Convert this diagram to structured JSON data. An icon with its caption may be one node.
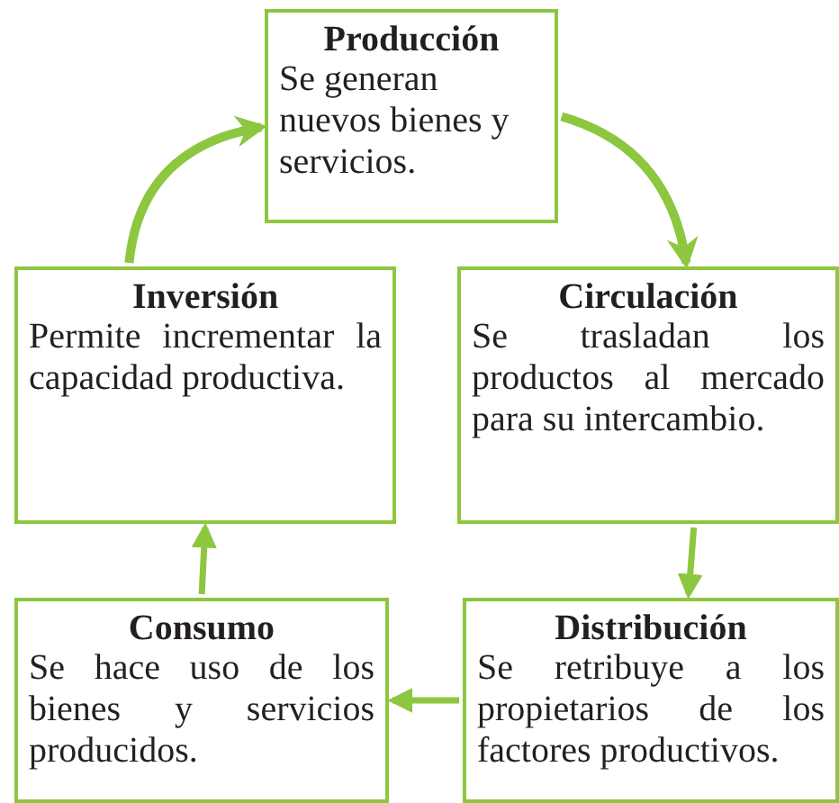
{
  "diagram": {
    "nodes": [
      {
        "text": [
          "Producción",
          "Se generan nuevos bienes y servicios."
        ]
      },
      {
        "text": [
          "Inversión",
          "Permite incrementar la capacidad productiva."
        ]
      },
      {
        "text": [
          "Circulación",
          "Se trasladan los productos al mercado para su intercambio."
        ]
      },
      {
        "text": [
          "Consumo",
          "Se hace uso de los bienes y servicios producidos."
        ]
      },
      {
        "text": [
          "Distribución",
          "Se retribuye a los propietarios de los factores productivos."
        ]
      }
    ],
    "edges": [
      {
        "from": 0,
        "to": 2,
        "arrow": "to"
      },
      {
        "from": 2,
        "to": 4,
        "arrow": "to"
      },
      {
        "from": 4,
        "to": 3,
        "arrow": "to"
      },
      {
        "from": 3,
        "to": 1,
        "arrow": "to"
      },
      {
        "from": 1,
        "to": 0,
        "arrow": "to"
      }
    ]
  }
}
